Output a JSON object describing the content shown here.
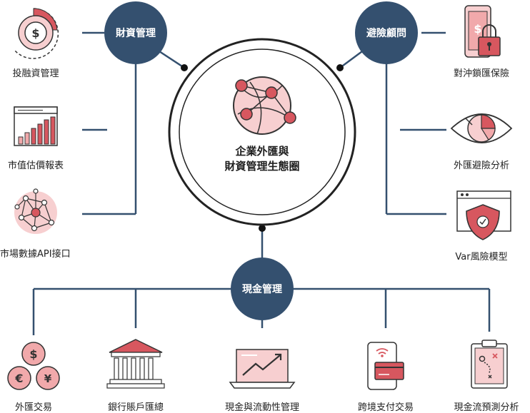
{
  "center": {
    "line1": "企業外匯與",
    "line2": "財資管理生態圈",
    "icon": "network-globe-icon"
  },
  "hubs": {
    "treasury": "財資管理",
    "hedging": "避險顧問",
    "cash": "現金管理"
  },
  "left_items": [
    {
      "label": "投融資管理",
      "icon": "dollar-dial-icon"
    },
    {
      "label": "市值估價報表",
      "icon": "bar-chart-window-icon"
    },
    {
      "label": "市場數據API接口",
      "icon": "data-network-icon"
    }
  ],
  "right_items": [
    {
      "label": "對沖鎖匯保險",
      "icon": "phone-lock-icon"
    },
    {
      "label": "外匯避險分析",
      "icon": "eye-pie-icon"
    },
    {
      "label": "Var風險模型",
      "icon": "shield-window-icon"
    }
  ],
  "bottom_items": [
    {
      "label": "外匯交易",
      "icon": "currency-coins-icon"
    },
    {
      "label": "銀行賬戶匯總",
      "icon": "bank-building-icon"
    },
    {
      "label": "現金與流動性管理",
      "icon": "laptop-trend-icon"
    },
    {
      "label": "跨境支付交易",
      "icon": "mobile-card-icon"
    },
    {
      "label": "現金流預測分析",
      "icon": "clipboard-strategy-icon"
    }
  ],
  "colors": {
    "navy": "#34506f",
    "pink": "#f1a9ab",
    "pink_light": "#f7cfd0",
    "red": "#d7575f",
    "line": "#34506f",
    "outline": "#333333"
  }
}
